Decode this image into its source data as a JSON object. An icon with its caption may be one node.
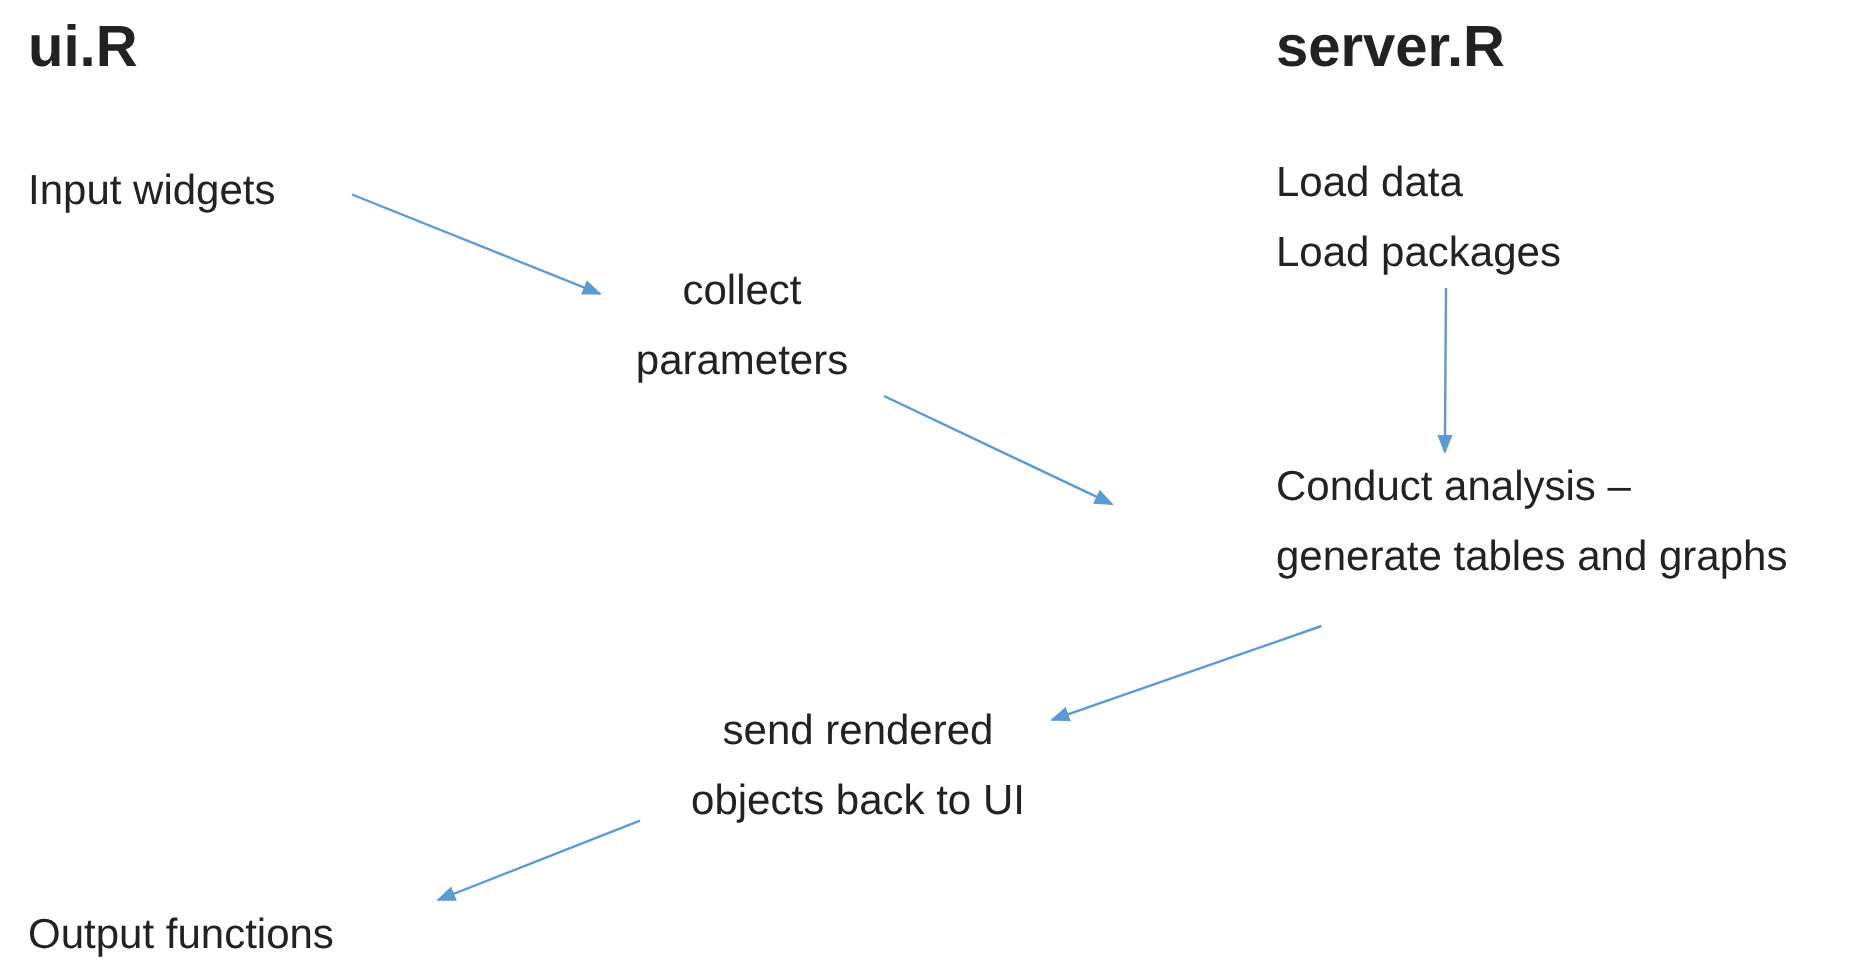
{
  "diagram": {
    "nodes": [
      {
        "text": [
          "Input widgets"
        ]
      },
      {
        "text": [
          "collect parameters"
        ]
      },
      {
        "text": [
          "Load data",
          "Load packages"
        ]
      },
      {
        "text": [
          "Conduct analysis – generate tables and graphs"
        ]
      },
      {
        "text": [
          "send rendered objects back to UI"
        ]
      },
      {
        "text": [
          "Output functions"
        ]
      }
    ],
    "edges": [
      {
        "from": 0,
        "to": 1,
        "arrow": "to"
      },
      {
        "from": 1,
        "to": 3,
        "arrow": "to"
      },
      {
        "from": 2,
        "to": 3,
        "arrow": "to"
      },
      {
        "from": 3,
        "to": 4,
        "arrow": "to"
      },
      {
        "from": 4,
        "to": 5,
        "arrow": "to"
      }
    ],
    "labels": [
      "ui.R",
      "server.R"
    ]
  }
}
